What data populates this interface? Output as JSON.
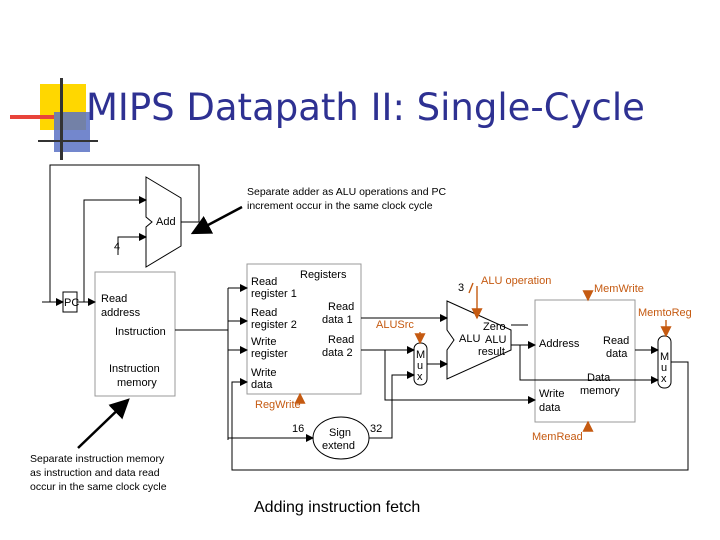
{
  "title": "MIPS Datapath II: Single-Cycle",
  "annotations": {
    "adder_note": [
      "Separate adder as ALU operations and PC",
      "increment occur in the same clock cycle"
    ],
    "imem_note": [
      "Separate instruction memory",
      "as instruction and data read",
      "occur in the same clock cycle"
    ],
    "caption": "Adding instruction fetch"
  },
  "datapath": {
    "add_label": "Add",
    "four": "4",
    "pc": "PC",
    "imem": {
      "read_address": [
        "Read",
        "address"
      ],
      "instruction": "Instruction",
      "name": [
        "Instruction",
        "memory"
      ]
    },
    "registers": {
      "title": "Registers",
      "read_reg1": [
        "Read",
        "register 1"
      ],
      "read_reg2": [
        "Read",
        "register 2"
      ],
      "write_reg": [
        "Write",
        "register"
      ],
      "write_data": [
        "Write",
        "data"
      ],
      "read_data1": [
        "Read",
        "data 1"
      ],
      "read_data2": [
        "Read",
        "data 2"
      ]
    },
    "three": "3",
    "alu_operation": "ALU operation",
    "memwrite": "MemWrite",
    "memtoreg": "MemtoReg",
    "alusrc": "ALUSrc",
    "regwrite": "RegWrite",
    "memread": "MemRead",
    "mux": [
      "M",
      "u",
      "x"
    ],
    "alu": {
      "zero": "Zero",
      "alu1": "ALU",
      "alu2": "ALU",
      "result": "result"
    },
    "dmem": {
      "address": "Address",
      "read_data": [
        "Read",
        "data"
      ],
      "write_data": [
        "Write",
        "data"
      ],
      "name": [
        "Data",
        "memory"
      ]
    },
    "sign": {
      "n16": "16",
      "n32": "32",
      "label": [
        "Sign",
        "extend"
      ]
    }
  },
  "colors": {
    "title": "#2e3192",
    "control": "#c55a11",
    "deco_yellow": "#ffd700",
    "deco_blue": "#5a72c4",
    "deco_red": "#e8433a"
  }
}
